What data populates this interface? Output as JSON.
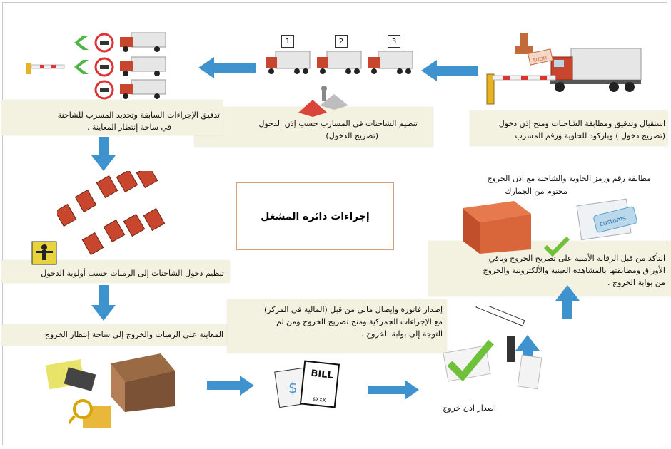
{
  "diagram": {
    "title": "إجراءات دائرة المشغل",
    "steps": {
      "receive": {
        "line1": "استقبال وتدقيق ومطابقة الشاحنات  ومنح إذن دخول",
        "line2": "(تصريح دخول ) وباركود للحاوية ورقم المسرب"
      },
      "organize": {
        "line1": "تنظيم الشاحنات في المسارب حسب إذن الدخول",
        "line2": "(تصريح الدخول)"
      },
      "audit": {
        "line1": "تدقيق الإجراءات السابقة وتحديد المسرب للشاحنة",
        "line2": "في ساحة إنتظار المعاينة ."
      },
      "ramps": {
        "line1": "تنظيم دخول الشاحنات إلى الرمبات حسب أولوية الدخول"
      },
      "inspect": {
        "line1": "المعاينة على الرمبات والخروج إلى ساحة إنتظار الخروج"
      },
      "invoice": {
        "line1": "إصدار فاتورة وإيصال مالي من قبل (المالية في المركز)",
        "line2": "مع الإجراءات الجمركية ومنح تصريح الخروج  ومن ثم",
        "line3": "التوجة إلى بوابة الخروج ."
      },
      "exit_permit": {
        "line1": "اصدار اذن خروج"
      },
      "security": {
        "line1": "التأكد من قبل الرقابة الأمنية على تصريح الخروج وباقي",
        "line2": "الأوراق ومطابقتها بالمشاهدة العينية والألكترونية والخروج",
        "line3": "من بوابة الخروج ."
      },
      "match": {
        "line1": "مطابقة رقم ورمز الحاوية والشاحنة مع اذن الخروج",
        "line2": "مختوم من الجمارك"
      }
    },
    "lane_numbers": [
      "1",
      "2",
      "3"
    ],
    "stamp_text": "AUDIT",
    "bill_text": "BILL",
    "bill_amount": "$XXX",
    "customs_text": "customs",
    "colors": {
      "arrow": "#3e93cf",
      "truck_cab": "#c8462d",
      "note_bg": "#f3f1df",
      "check": "#6fc13a",
      "container": "#d9653b"
    },
    "icons": [
      "truck-icon",
      "barrier-gate-icon",
      "audit-stamp-icon",
      "no-entry-sign-icon",
      "green-chevron-icon",
      "traffic-officer-icon",
      "container-icon",
      "bill-icon",
      "checkmark-icon",
      "customs-document-icon",
      "magnifier-icon"
    ]
  }
}
